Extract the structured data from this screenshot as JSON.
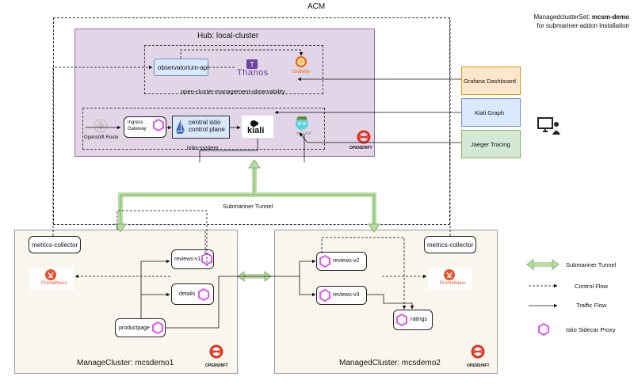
{
  "title": "ACM",
  "managedclusterset": {
    "prefix": "ManagedclusterSet: ",
    "name": "mcsm-demo",
    "subtitle": "for submariner-addon installation"
  },
  "hub": {
    "title": "Hub: local-cluster",
    "observability": {
      "group_label": "open-cluster-management-observability",
      "observatorium": "observatorium-api",
      "thanos": "Thanos",
      "grafana": "Grafana"
    },
    "istio_system": {
      "group_label": "istio-system",
      "openshift_route": "Openshift Route",
      "ingress_gateway": "Ingress\nGateway",
      "central_istio": "central istio\ncontrol plane",
      "kiali": "kiali",
      "jaeger": "JAEGER"
    },
    "openshift_logo": "OPENSHIFT"
  },
  "external": {
    "grafana_dashboard": "Grafana Dashboard",
    "kiali_graph": "Kiali Graph",
    "jaeger_tracing": "Jaeger Tracing",
    "colors": {
      "grafana": "#ffe6cc",
      "kiali": "#dae8fc",
      "jaeger": "#d5e8d4"
    }
  },
  "tunnel_label": "Submariner Tunnel",
  "cluster1": {
    "title": "ManageCluster: mcsdemo1",
    "metrics_collector": "metrics-collector",
    "prometheus": "Prometheus",
    "reviews_v1": "reviews-v1",
    "details": "details",
    "productpage": "productpage",
    "openshift_logo": "OPENSHIFT"
  },
  "cluster2": {
    "title": "ManagedCluster: mcsdemo2",
    "metrics_collector": "metrics-collector",
    "prometheus": "Prometheus",
    "reviews_v2": "reviews-v2",
    "reviews_v3": "reviews-v3",
    "ratings": "ratings",
    "openshift_logo": "OPENSHIFT"
  },
  "legend": {
    "submariner_tunnel": "Submariner Tunnel",
    "control_flow": "Control Flow",
    "traffic_flow": "Traffic Flow",
    "istio_sidecar": "Istio Sidecar Proxy"
  },
  "colors": {
    "hub_fill": "#e1d5e7",
    "cluster_fill": "#f9f7ed",
    "sidecar": "#e040fb",
    "openshift_red": "#e0301e",
    "tunnel_green": "#82b366"
  }
}
